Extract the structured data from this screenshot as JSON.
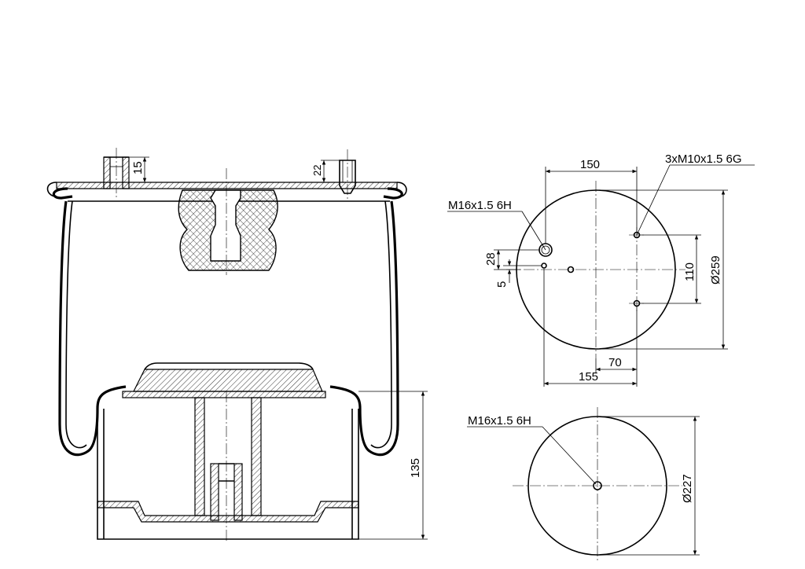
{
  "side_view": {
    "top_stud_height": "15",
    "top_pin_height": "22",
    "piston_height": "135"
  },
  "top_plate_view": {
    "bolt_spacing_width": "150",
    "bolt_thread": "3xM10x1.5 6G",
    "port_thread": "M16x1.5 6H",
    "port_offset_28": "28",
    "port_offset_5": "5",
    "bolt_vertical_spacing": "110",
    "plate_diameter": "Ø259",
    "bolt_offset_70": "70",
    "overall_width_155": "155"
  },
  "bottom_piston_view": {
    "center_thread": "M16x1.5 6H",
    "piston_diameter": "Ø227"
  }
}
